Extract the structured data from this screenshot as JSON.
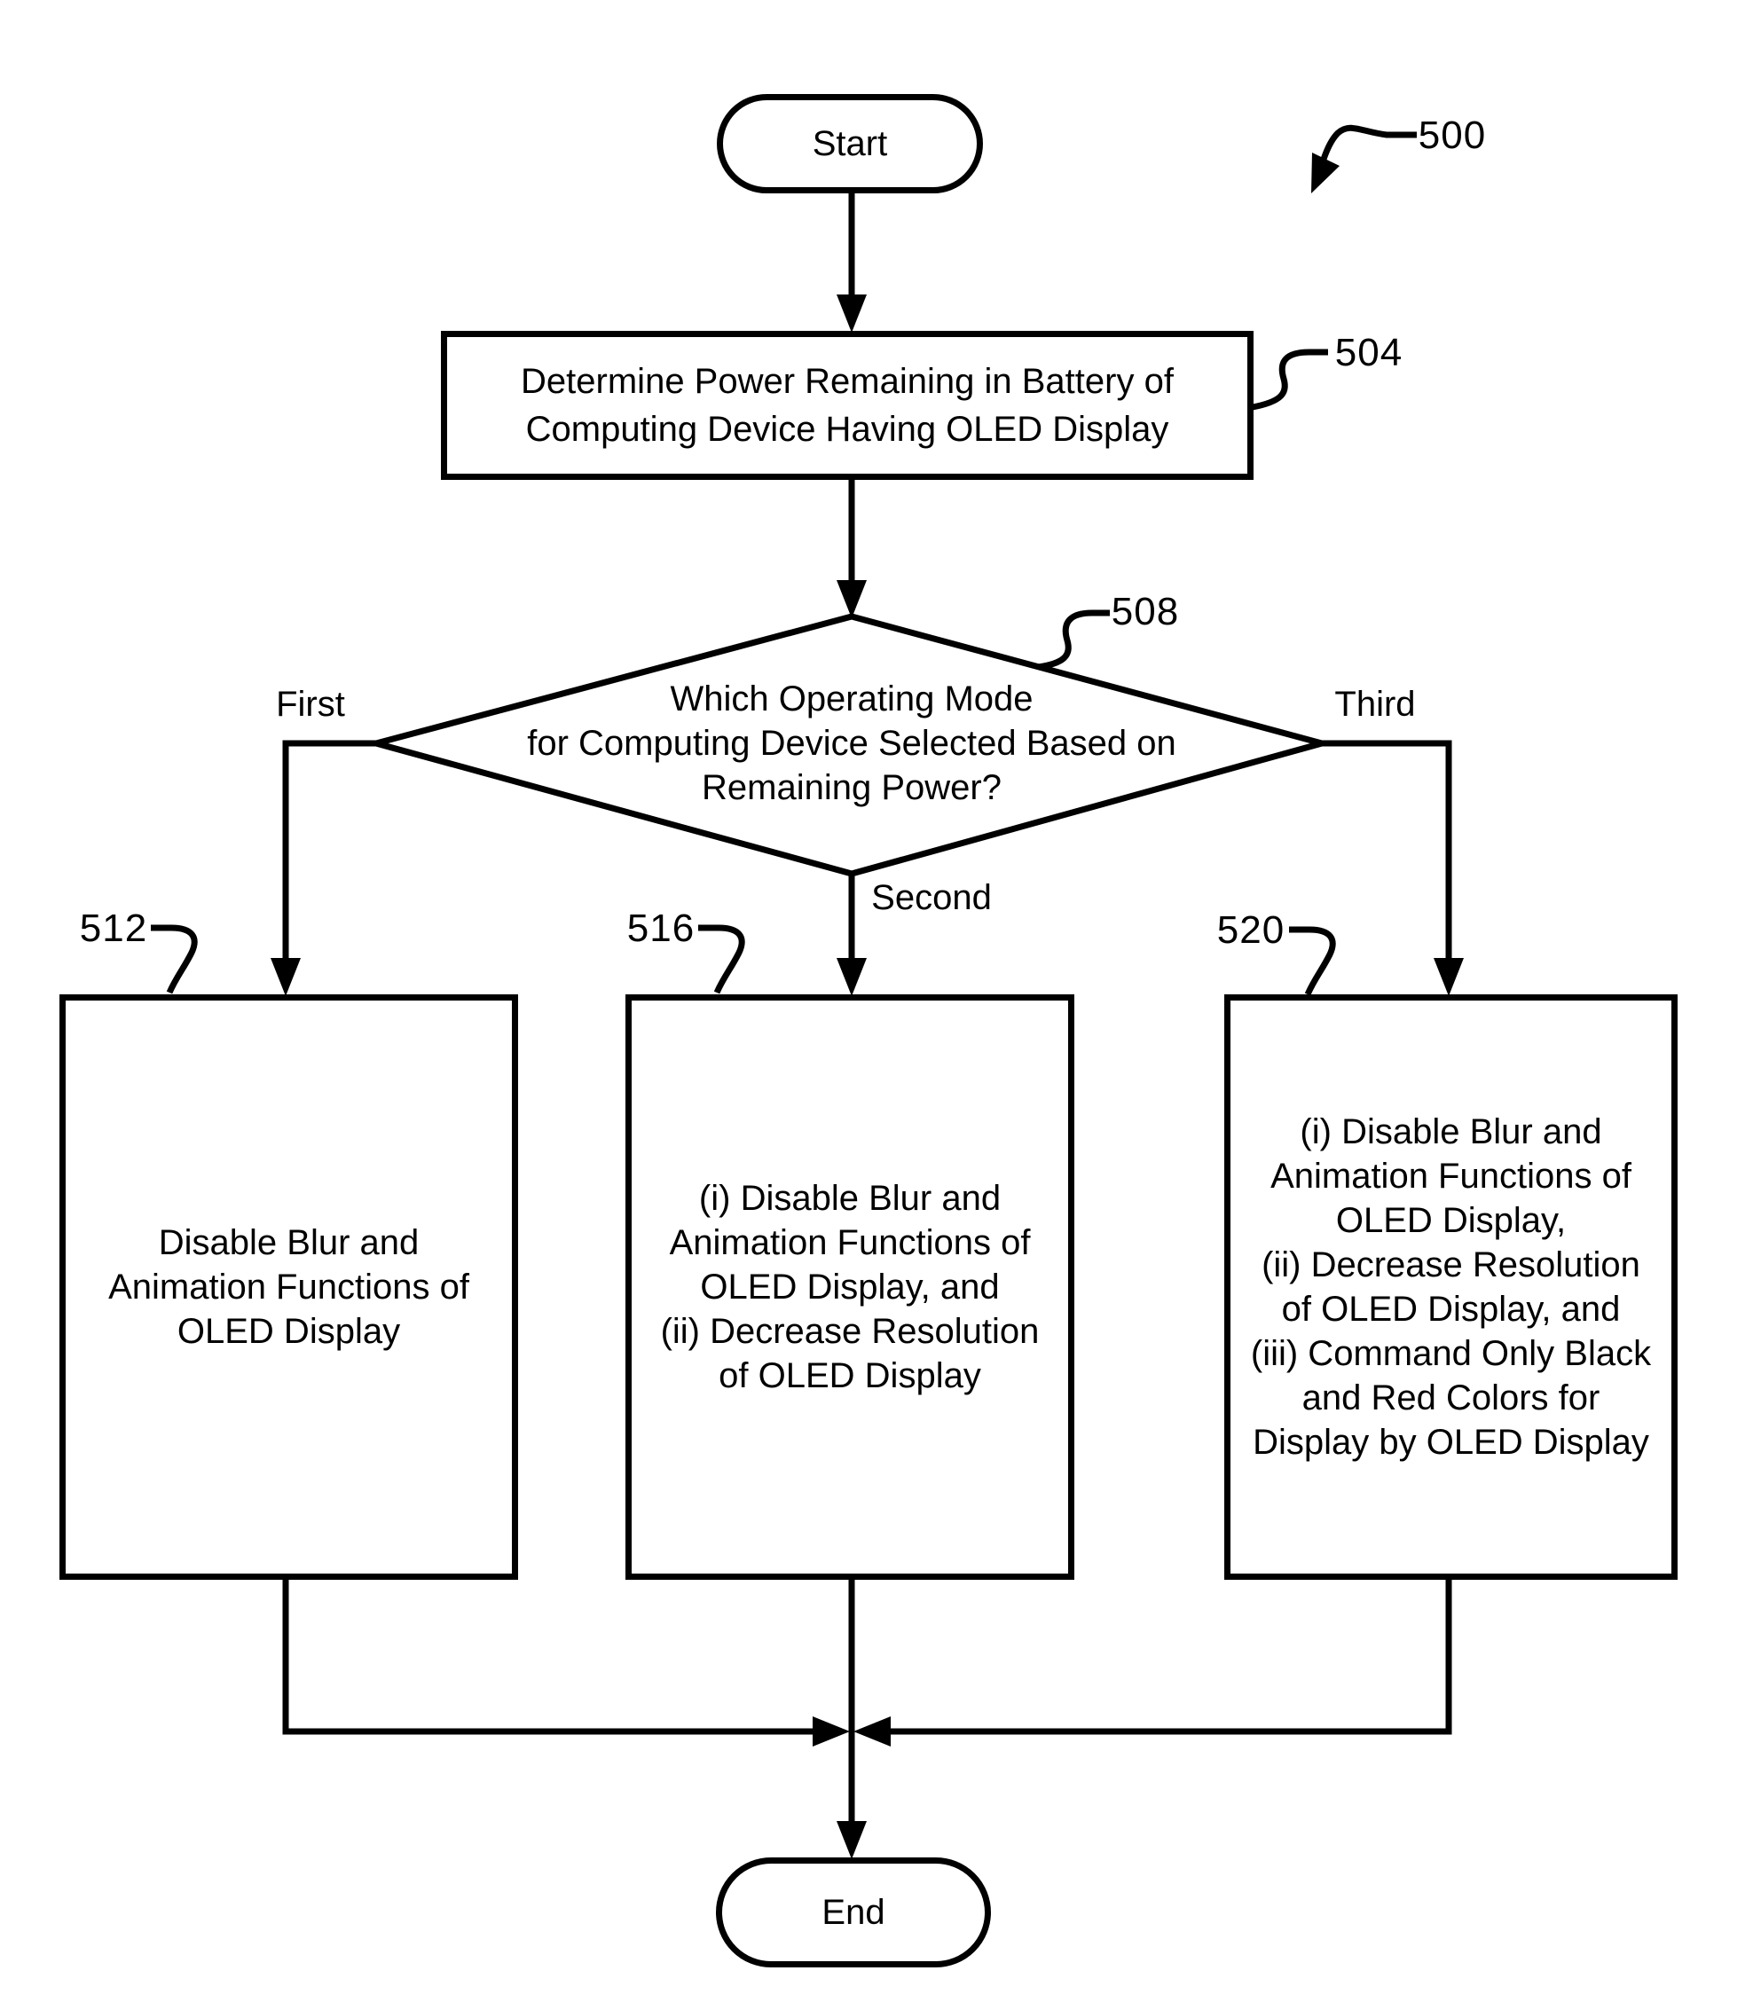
{
  "figure_ref": {
    "label": "500"
  },
  "nodes": {
    "start": {
      "label": "Start"
    },
    "determine": {
      "ref": "504",
      "lines": [
        "Determine Power Remaining in Battery of",
        "Computing Device Having OLED Display"
      ]
    },
    "decision": {
      "ref": "508",
      "lines": [
        "Which Operating Mode",
        "for Computing Device Selected Based on",
        "Remaining Power?"
      ]
    },
    "mode_first": {
      "ref": "512",
      "lines": [
        "Disable Blur and",
        "Animation Functions of",
        "OLED Display"
      ]
    },
    "mode_second": {
      "ref": "516",
      "lines": [
        "(i) Disable Blur and",
        "Animation Functions of",
        "OLED Display, and",
        "(ii) Decrease Resolution",
        "of OLED Display"
      ]
    },
    "mode_third": {
      "ref": "520",
      "lines": [
        "(i) Disable Blur and",
        "Animation Functions of",
        "OLED Display,",
        "(ii) Decrease Resolution",
        "of OLED Display, and",
        "(iii) Command Only Black",
        "and Red Colors for",
        "Display by OLED Display"
      ]
    },
    "end": {
      "label": "End"
    }
  },
  "branches": {
    "first": "First",
    "second": "Second",
    "third": "Third"
  },
  "colors": {
    "ink": "#000000",
    "paper": "#ffffff"
  }
}
